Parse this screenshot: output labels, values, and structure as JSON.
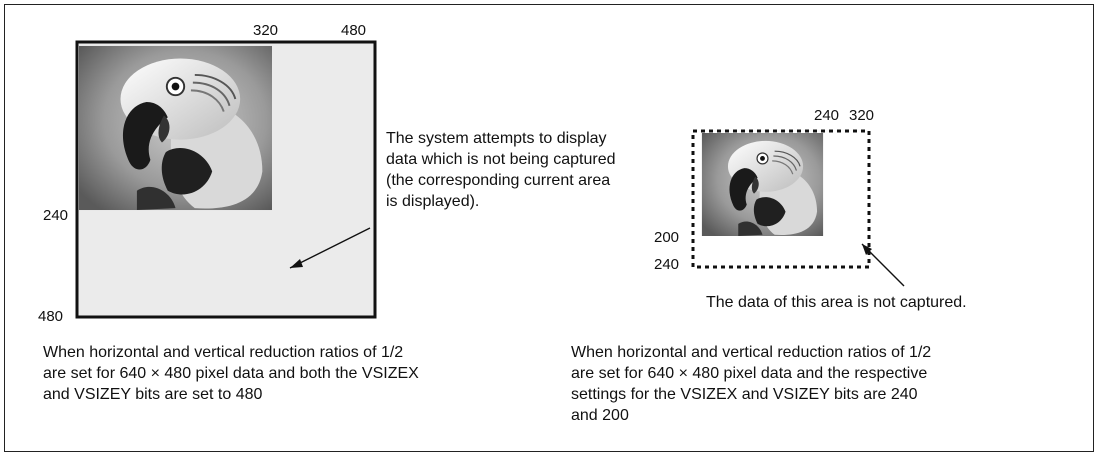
{
  "left_figure": {
    "tick_top_a": "320",
    "tick_top_b": "480",
    "tick_left_a": "240",
    "tick_left_b": "480",
    "annotation": "The system attempts to display\ndata which is not being captured\n(the corresponding current area\nis displayed).",
    "caption": "When horizontal and vertical reduction ratios of 1/2\nare set for 640 × 480 pixel data and both the VSIZEX\nand VSIZEY bits are set to 480",
    "fill_color": "#ebebeb"
  },
  "right_figure": {
    "tick_top_a": "240",
    "tick_top_b": "320",
    "tick_left_a": "200",
    "tick_left_b": "240",
    "annotation": "The data of this area is not captured.",
    "caption": "When horizontal and vertical reduction ratios of 1/2\nare set for 640 × 480 pixel data and the respective\nsettings for the VSIZEX and VSIZEY bits are 240\nand 200"
  },
  "image_subject": "parrot-photo"
}
